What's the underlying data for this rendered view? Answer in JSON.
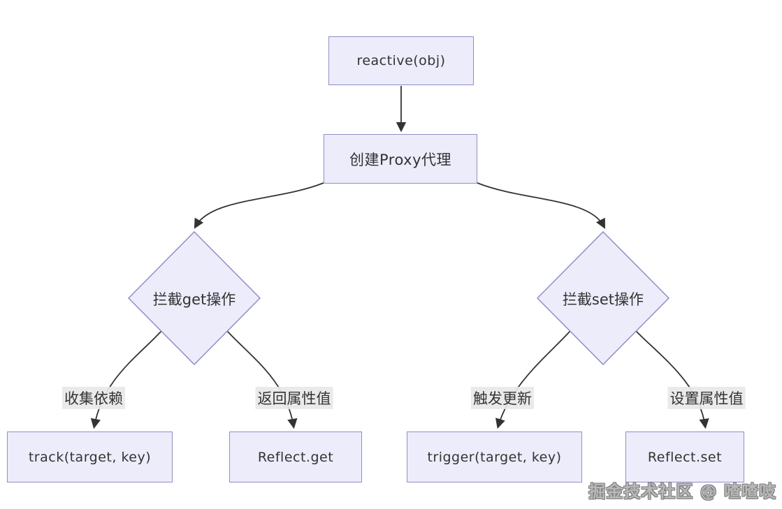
{
  "diagram": {
    "nodes": {
      "reactive": "reactive(obj)",
      "create_proxy": "创建Proxy代理",
      "intercept_get": "拦截get操作",
      "intercept_set": "拦截set操作",
      "track": "track(target, key)",
      "reflect_get": "Reflect.get",
      "trigger": "trigger(target, key)",
      "reflect_set": "Reflect.set"
    },
    "edge_labels": {
      "collect_deps": "收集依赖",
      "return_prop_value": "返回属性值",
      "trigger_update": "触发更新",
      "set_prop_value": "设置属性值"
    },
    "colors": {
      "node_fill": "#ECECFB",
      "node_border": "#8F8FC7",
      "edge_stroke": "#333333",
      "edge_label_bg": "#E8E8E8",
      "text": "#333333"
    }
  },
  "watermark": "掘金技术社区 @ 喳喳吱"
}
